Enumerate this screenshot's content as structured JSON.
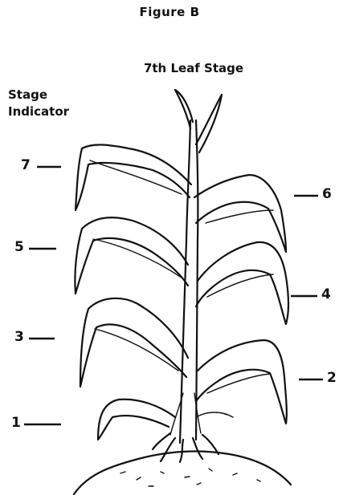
{
  "figure_title": "Figure B",
  "stage_title": "7th Leaf Stage",
  "indicator_label": {
    "line1": "Stage",
    "line2": "Indicator"
  },
  "leaf_labels": {
    "l7": "7",
    "l6": "6",
    "l5": "5",
    "l4": "4",
    "l3": "3",
    "l2": "2",
    "l1": "1"
  }
}
